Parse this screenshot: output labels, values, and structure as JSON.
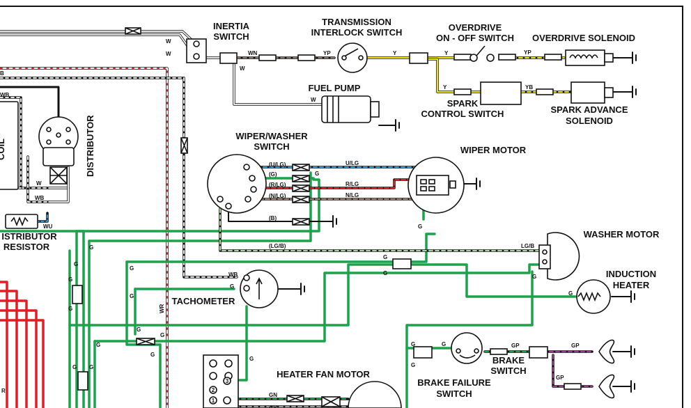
{
  "labels": {
    "inertia": [
      "INERTIA",
      "SWITCH"
    ],
    "transmission": [
      "TRANSMISSION",
      "INTERLOCK SWITCH"
    ],
    "overdrive_switch": [
      "OVERDRIVE",
      "ON - OFF SWITCH"
    ],
    "overdrive_solenoid": "OVERDRIVE SOLENOID",
    "fuel_pump": "FUEL PUMP",
    "spark_control": [
      "SPARK",
      "CONTROL SWITCH"
    ],
    "spark_advance": [
      "SPARK ADVANCE",
      "SOLENOID"
    ],
    "coil": "COIL",
    "distributor": "DISTRIBUTOR",
    "wiper_washer": [
      "WIPER/WASHER",
      "SWITCH"
    ],
    "wiper_motor": "WIPER MOTOR",
    "washer_motor": "WASHER MOTOR",
    "distributor_resistor": [
      "ISTRIBUTOR",
      "RESISTOR"
    ],
    "induction_heater": [
      "INDUCTION",
      "HEATER"
    ],
    "tachometer": "TACHOMETER",
    "brake_switch": [
      "BRAKE",
      "SWITCH"
    ],
    "brake_failure": [
      "BRAKE FAILURE",
      "SWITCH"
    ],
    "heater_fan": "HEATER FAN MOTOR"
  },
  "wire_codes": {
    "w": "W",
    "wn": "WN",
    "yp": "YP",
    "y": "Y",
    "yb": "YB",
    "b": "B",
    "wb": "WB",
    "wu": "WU",
    "g": "G",
    "ulg": "U/LG",
    "rlg": "R/LG",
    "nlg": "N/LG",
    "lgb": "LG/B",
    "wr": "WR",
    "gp": "GP",
    "gn": "GN",
    "gy": "GY",
    "r": "R",
    "p_ulg": "(U/LG)",
    "p_g": "(G)",
    "p_rlg": "(R/LG)",
    "p_nlg": "(N/LG)",
    "p_b": "(B)",
    "p_lgb": "(LG/B)"
  },
  "pins": [
    "1",
    "2",
    "3"
  ],
  "colors": {
    "white": "#ffffff",
    "green": "#1aa34a",
    "yellow": "#f2e205",
    "red": "#e31d25",
    "blue": "#2ea3e0",
    "brown": "#9a8470",
    "black": "#111111",
    "grey": "#9a9a9a",
    "lightgreen": "#a8d8a0",
    "purple": "#a0388f"
  }
}
